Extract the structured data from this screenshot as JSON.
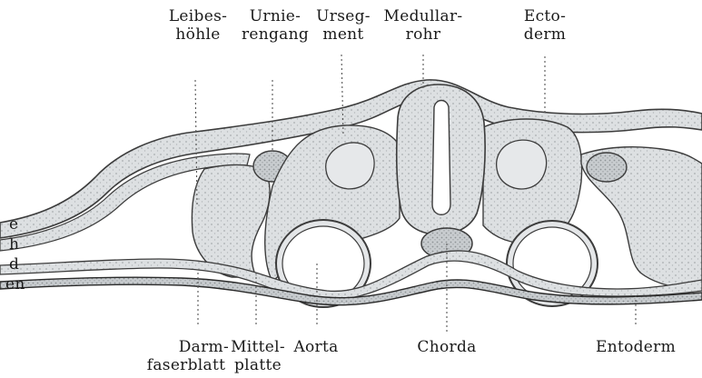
{
  "labels_top": {
    "leibeshoehle": [
      "Leibes-",
      "höhle"
    ],
    "urnierengang": [
      "Urnie-",
      "rengang"
    ],
    "ursegment": [
      "Urseg-",
      "ment"
    ],
    "medullarrohr": [
      "Medullar-",
      "rohr"
    ],
    "ectoderm": [
      "Ecto-",
      "derm"
    ]
  },
  "labels_bottom": {
    "darmfaserblatt": [
      "Darm-",
      "faserblatt"
    ],
    "mittelplatte": [
      "Mittel-",
      "platte"
    ],
    "aorta": "Aorta",
    "chorda": "Chorda",
    "entoderm": "Entoderm"
  },
  "labels_side": {
    "e": "e",
    "h": "h",
    "d": "d",
    "en": "en"
  },
  "colors": {
    "tissue_fill": "#dde0e2",
    "tissue_dark": "#c9cdd0",
    "outline": "#3c3c3c",
    "ink": "#1a1a1a",
    "leader": "#555555"
  }
}
